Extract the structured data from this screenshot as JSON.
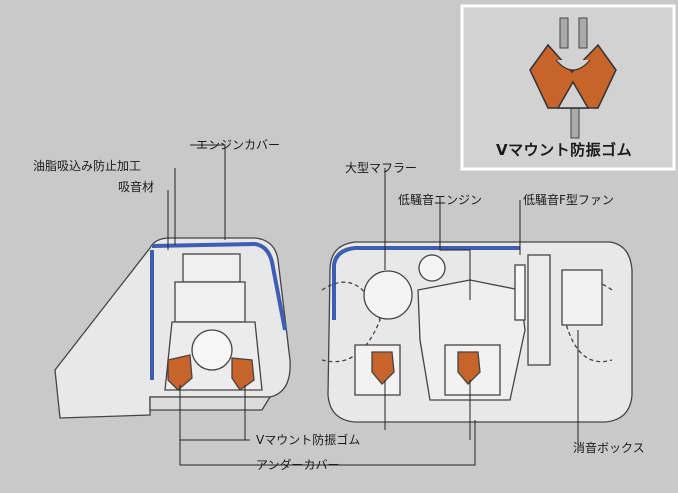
{
  "labels": {
    "engine_cover": "エンジンカバー",
    "oil_proof": "油脂吸込み防止加工",
    "sound_absorber": "吸音材",
    "large_muffler": "大型マフラー",
    "low_noise_engine": "低騒音エンジン",
    "low_noise_fan": "低騒音F型ファン",
    "v_mount_rubber": "Vマウント防振ゴム",
    "under_cover": "アンダーカバー",
    "silencer_box": "消音ボックス"
  },
  "inset": {
    "title": "Vマウント防振ゴム"
  },
  "colors": {
    "background": "#c9c9c9",
    "sound_absorber": "#3d5fb3",
    "mount": "#c7642a",
    "line": "#333333",
    "inset_bg": "#d2d2d2"
  }
}
